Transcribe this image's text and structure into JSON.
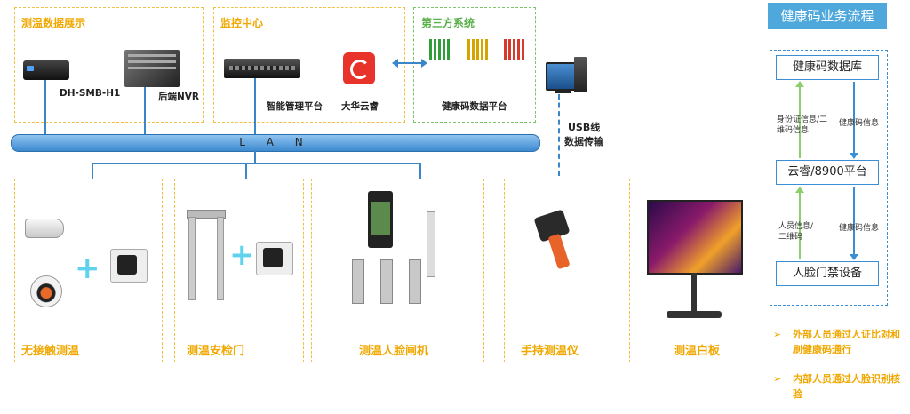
{
  "sections": {
    "display": {
      "title": "测温数据展示",
      "dev1": "DH-SMB-H1",
      "dev2": "后端NVR"
    },
    "monitor": {
      "title": "监控中心",
      "dev1": "智能管理平台",
      "dev2": "大华云睿"
    },
    "third": {
      "title": "第三方系统",
      "platform": "健康码数据平台",
      "qr": [
        {
          "color": "#2e9d3a"
        },
        {
          "color": "#d6a400"
        },
        {
          "color": "#d63a2e"
        }
      ]
    },
    "lan": "L A N",
    "usb": "USB线\n数据传输",
    "bottom": [
      "无接触测温",
      "测温安检门",
      "测温人脸闸机",
      "手持测温仪",
      "测温白板"
    ]
  },
  "flow": {
    "heading": "健康码业务流程",
    "nodes": [
      "健康码数据库",
      "云睿/8900平台",
      "人脸门禁设备"
    ],
    "edges": [
      "身份证信息/二维码信息",
      "健康码信息",
      "人员信息/二维码",
      "健康码信息"
    ],
    "notes": [
      "外部人员通过人证比对和刷健康码通行",
      "内部人员通过人脸识别核验"
    ]
  },
  "colors": {
    "accent": "#f0a800",
    "green": "#7cc46a",
    "blue": "#3a8fd4"
  }
}
